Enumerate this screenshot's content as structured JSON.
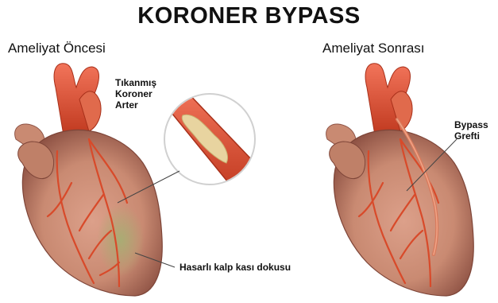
{
  "title": "KORONER BYPASS",
  "panels": {
    "before": {
      "heading": "Ameliyat Öncesi"
    },
    "after": {
      "heading": "Ameliyat Sonrası"
    }
  },
  "callouts": {
    "blocked_artery": [
      "Tıkanmış",
      "Koroner",
      "Arter"
    ],
    "damaged_tissue": "Hasarlı kalp kası dokusu",
    "bypass_graft": [
      "Bypass",
      "Grefti"
    ]
  },
  "colors": {
    "heart_muscle": "#c98a72",
    "heart_shadow": "#8e5244",
    "vessel": "#e0502f",
    "vessel_dark": "#b8321c",
    "plaque": "#e8d4a0",
    "damaged_area": "#9aa268"
  }
}
